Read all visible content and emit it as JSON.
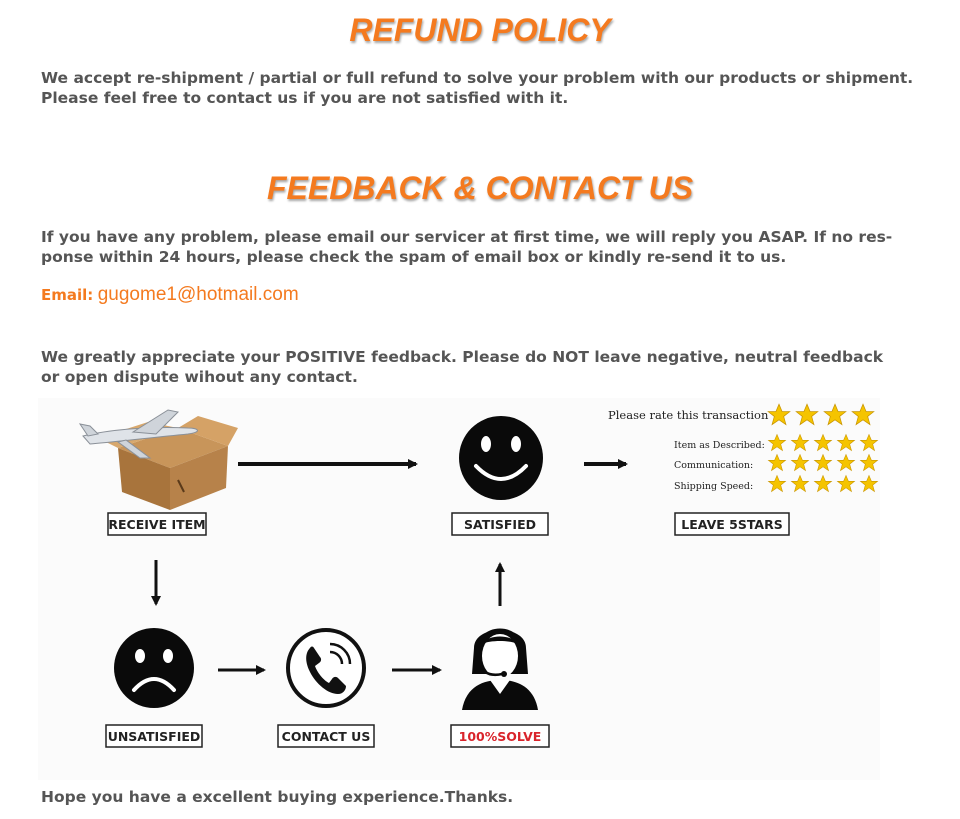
{
  "refund": {
    "heading": "REFUND POLICY",
    "line1": "We accept re-shipment / partial or full refund to solve your problem with our products or shipment.",
    "line2": "Please feel free to contact us if you are not satisfied with it."
  },
  "feedback": {
    "heading": "FEEDBACK & CONTACT US",
    "line1": "If you have any problem, please email our servicer at first time, we will reply you ASAP. If no res-",
    "line2": "ponse within 24 hours, please check the spam of email box or kindly re-send it to us.",
    "email_label": "Email:",
    "email_value": "gugome1@hotmail.com",
    "appeal1": "We greatly appreciate your POSITIVE feedback. Please do NOT leave negative, neutral feedback",
    "appeal2": "or open dispute wihout any contact."
  },
  "flow": {
    "receive_item": "RECEIVE ITEM",
    "satisfied": "SATISFIED",
    "leave_5stars": "LEAVE 5STARS",
    "unsatisfied": "UNSATISFIED",
    "contact_us": "CONTACT US",
    "solve": "100%SOLVE",
    "solve_color": "#d9242b"
  },
  "rating": {
    "header": "Please rate this transaction",
    "header_stars": 4,
    "rows": [
      {
        "label": "Item as Described:",
        "stars": 5
      },
      {
        "label": "Communication:",
        "stars": 5
      },
      {
        "label": "Shipping  Speed:",
        "stars": 5
      }
    ],
    "star_color": "#f5c400"
  },
  "closing": "Hope you have a excellent buying experience.Thanks.",
  "colors": {
    "accent": "#f47a1f",
    "text": "#555555"
  }
}
